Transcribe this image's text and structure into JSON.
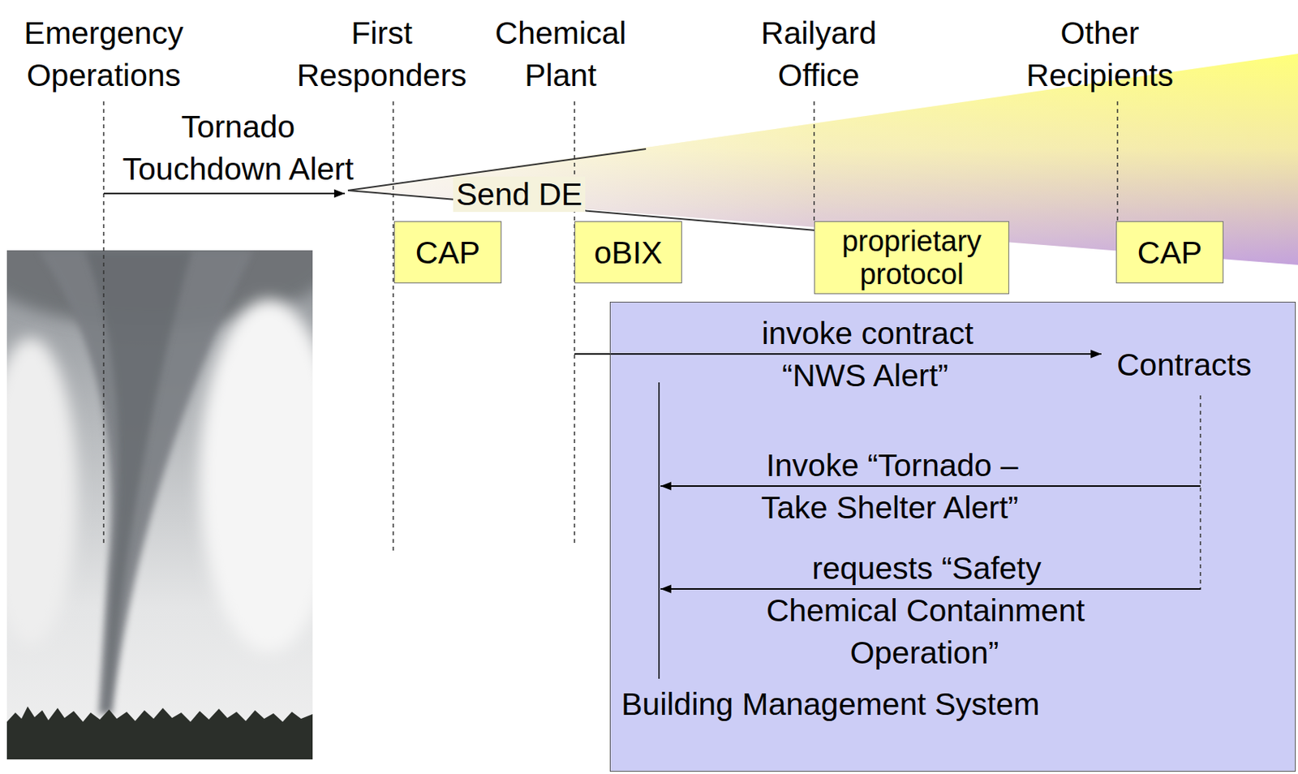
{
  "diagram": {
    "nodes": [
      {
        "text": [
          "CAP"
        ]
      },
      {
        "text": [
          "oBIX"
        ]
      },
      {
        "text": [
          "proprietary protocol"
        ]
      },
      {
        "text": [
          "CAP"
        ]
      },
      {
        "text": [
          "invoke contract “NWS Alert”",
          "Contracts",
          "Invoke “Tornado – Take Shelter Alert”",
          "requests “Safety Chemical Containment Operation”",
          "Building Management System"
        ]
      }
    ],
    "labels": [
      "Emergency Operations",
      "First Responders",
      "Chemical Plant",
      "Railyard Office",
      "Other Recipients",
      "Tornado Touchdown Alert",
      "Send DE"
    ]
  }
}
